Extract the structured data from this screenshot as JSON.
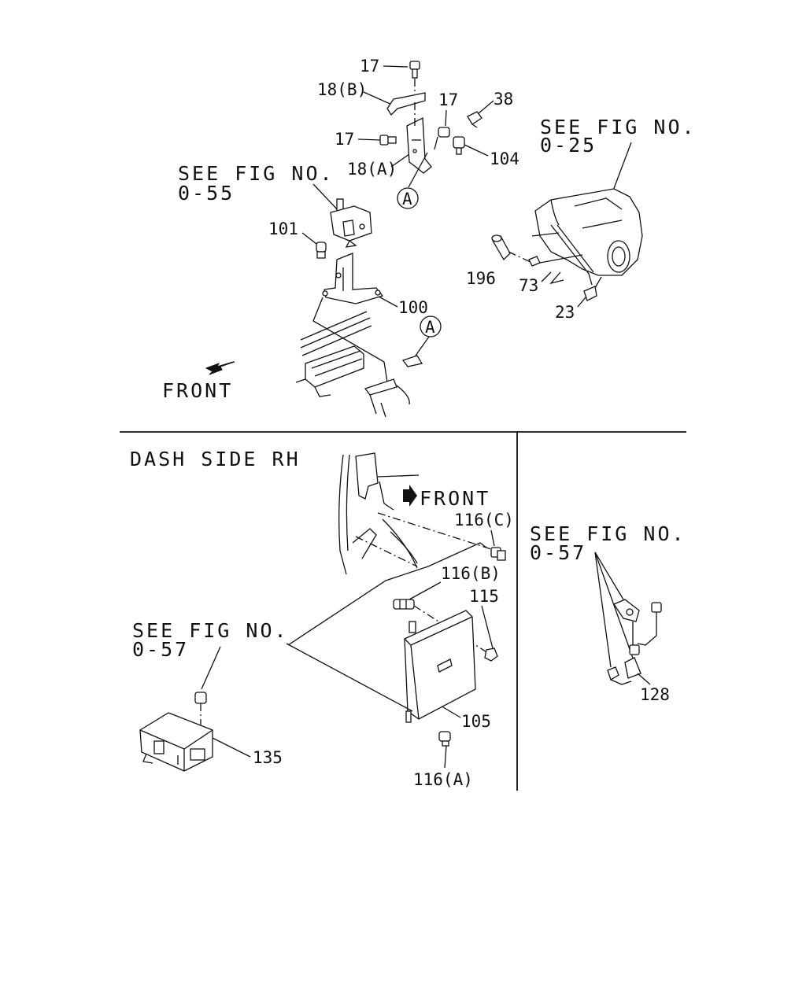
{
  "top_section": {
    "see_fig_left": {
      "line1": "SEE FIG NO.",
      "line2": "0-55"
    },
    "see_fig_right": {
      "line1": "SEE FIG NO.",
      "line2": "0-25"
    },
    "front_label": "FRONT",
    "callout_marker": "A",
    "parts": {
      "p17_top": "17",
      "p18b": "18(B)",
      "p17_mid": "17",
      "p38": "38",
      "p17_left": "17",
      "p104": "104",
      "p18a": "18(A)",
      "p101": "101",
      "p100": "100",
      "p196": "196",
      "p73": "73",
      "p23": "23"
    }
  },
  "dash_section": {
    "title": "DASH SIDE RH",
    "front_label": "FRONT",
    "see_fig": {
      "line1": "SEE FIG NO.",
      "line2": "0-57"
    },
    "parts": {
      "p116c": "116(C)",
      "p116b": "116(B)",
      "p115": "115",
      "p105": "105",
      "p116a": "116(A)",
      "p135": "135"
    }
  },
  "right_section": {
    "see_fig": {
      "line1": "SEE FIG NO.",
      "line2": "0-57"
    },
    "parts": {
      "p128": "128"
    }
  },
  "colors": {
    "ink": "#111111",
    "background": "#ffffff"
  }
}
